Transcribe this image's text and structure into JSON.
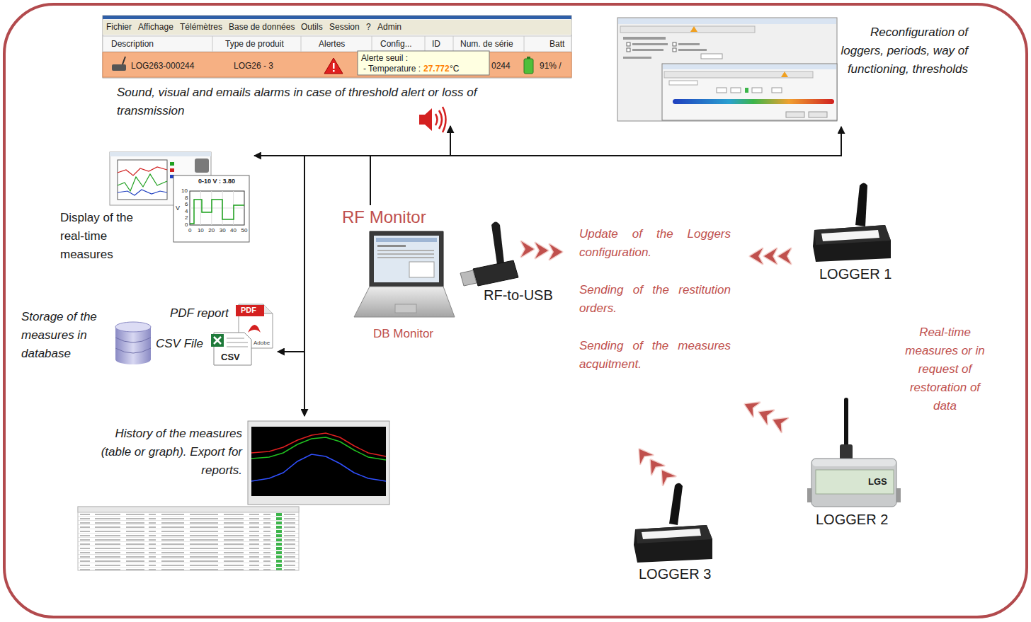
{
  "diagram": {
    "nodes": [
      {
        "text": [
          "Sound, visual and emails alarms in case of threshold alert or loss of transmission"
        ]
      },
      {
        "text": [
          "Reconfiguration of loggers, periods, way of functioning, thresholds"
        ]
      },
      {
        "text": [
          "Display of the real-time measures"
        ]
      },
      {
        "text": [
          "RF Monitor",
          "RF-to-USB",
          "DB Monitor"
        ]
      },
      {
        "text": [
          "Storage of the measures in database"
        ]
      },
      {
        "text": [
          "PDF report",
          "CSV File"
        ]
      },
      {
        "text": [
          "History of the measures (table or graph). Export for reports."
        ]
      },
      {
        "text": [
          "LOGGER 1"
        ]
      },
      {
        "text": [
          "LOGGER 2"
        ]
      },
      {
        "text": [
          "LOGGER 3"
        ]
      }
    ],
    "edges": [
      {
        "from": 3,
        "to": 0,
        "arrow": "to"
      },
      {
        "from": 3,
        "to": 1,
        "arrow": "to"
      },
      {
        "from": 3,
        "to": 2,
        "arrow": "to"
      },
      {
        "from": 3,
        "to": 5,
        "arrow": "to"
      },
      {
        "from": 3,
        "to": 6,
        "arrow": "to"
      }
    ],
    "labels": [
      "Fichier",
      "Affichage",
      "Télémètres",
      "Base de données",
      "Outils",
      "Session",
      "?",
      "Admin",
      "Description",
      "Type de produit",
      "Alertes",
      "Config...",
      "ID",
      "Num. de série",
      "Batt",
      "LOG263-000244",
      "LOG26 - 3",
      "Alerte seuil :",
      "- Temperature :",
      "27.772",
      "°C",
      "0244",
      "91% /",
      "0-10 V : 3.80",
      "0",
      "10",
      "20",
      "30",
      "40",
      "50",
      "0",
      "2",
      "4",
      "6",
      "8",
      "10",
      "V",
      "PDF",
      "Adobe",
      "CSV",
      "Update of the Loggers configuration.",
      "Sending of the restitution orders.",
      "Sending of the measures acquitment.",
      "Real-time measures or in request of restoration of data",
      "LGS"
    ]
  }
}
